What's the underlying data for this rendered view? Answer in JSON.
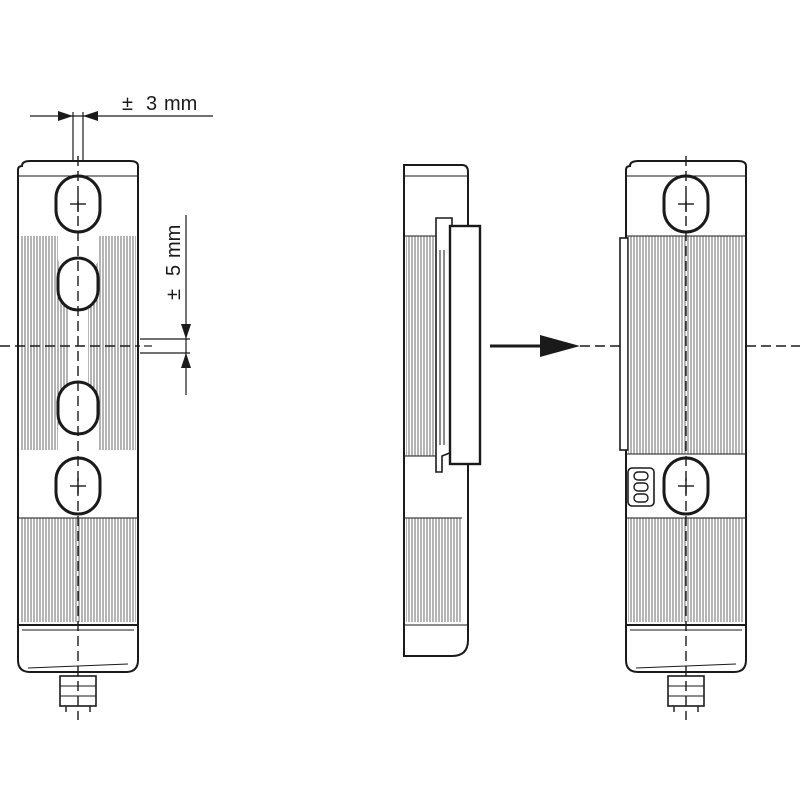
{
  "dimensions": {
    "horizontal_tolerance": {
      "symbol": "±",
      "value": "3",
      "unit": "mm"
    },
    "vertical_tolerance": {
      "symbol": "±",
      "value": "5",
      "unit": "mm"
    }
  },
  "colors": {
    "line": "#1a1a1a",
    "hatch": "#5a5a5a",
    "background": "#ffffff"
  },
  "icons": {
    "arrow": "arrow-right-icon",
    "led": "led-indicator-icon"
  }
}
